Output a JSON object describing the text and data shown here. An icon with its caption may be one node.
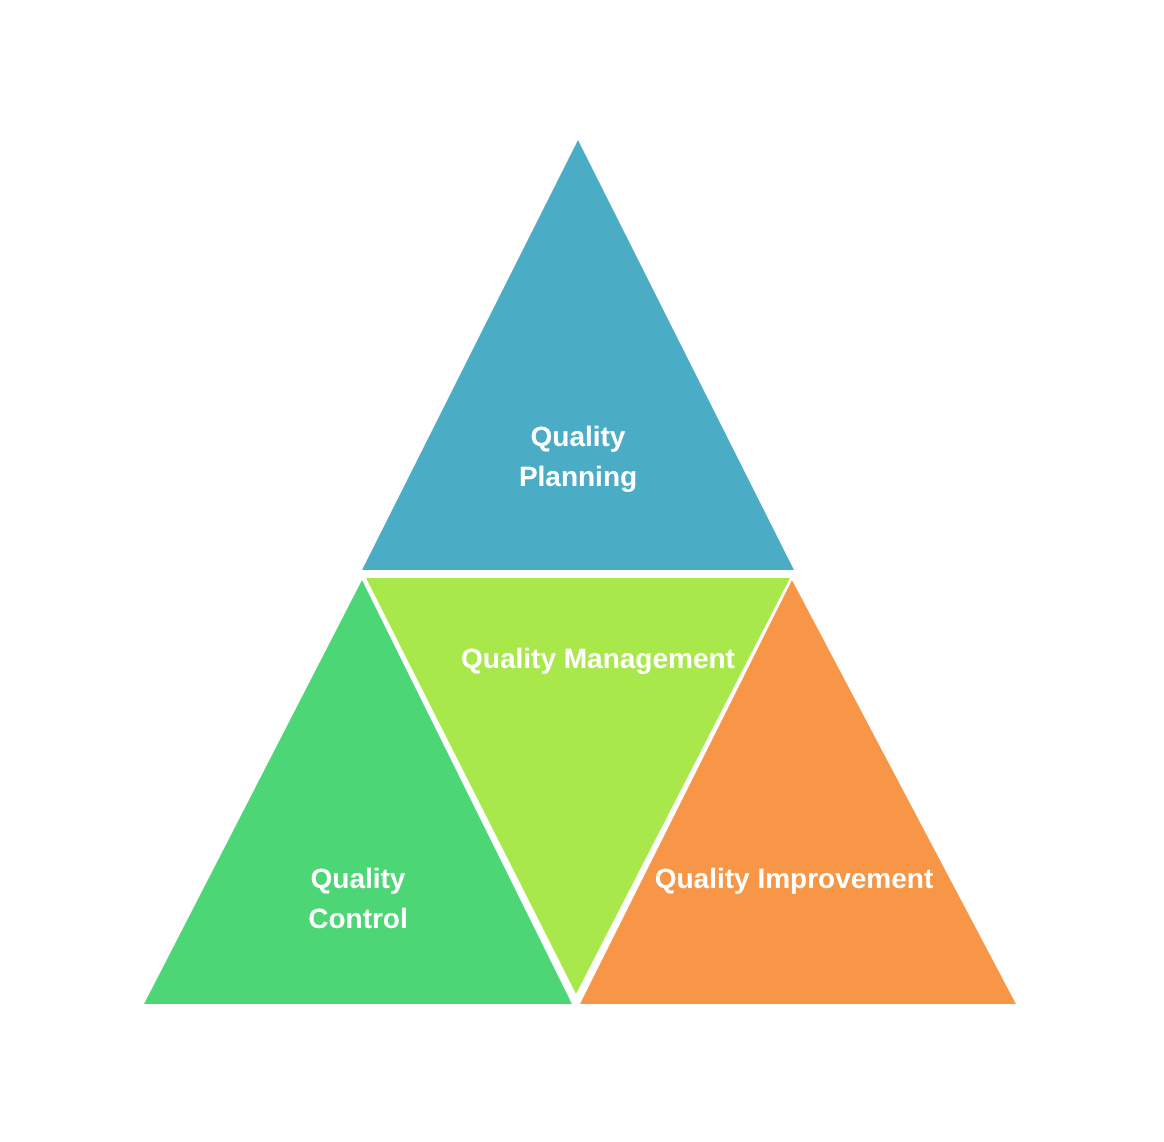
{
  "diagram": {
    "nodes": [
      {
        "text": [
          "Quality Planning"
        ]
      },
      {
        "text": [
          "Quality Control"
        ]
      },
      {
        "text": [
          "Quality Management"
        ]
      },
      {
        "text": [
          "Quality Improvement"
        ]
      }
    ]
  }
}
